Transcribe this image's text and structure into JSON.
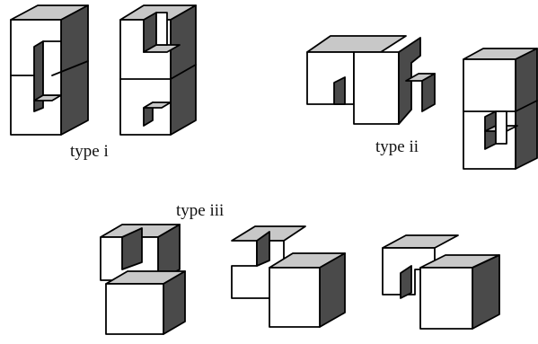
{
  "labels": {
    "type_i": "type i",
    "type_ii": "type ii",
    "type_iii": "type iii"
  },
  "colors": {
    "front_face": "#ffffff",
    "top_face": "#c8c8c8",
    "side_face": "#4a4a4a",
    "edge": "#000000"
  }
}
